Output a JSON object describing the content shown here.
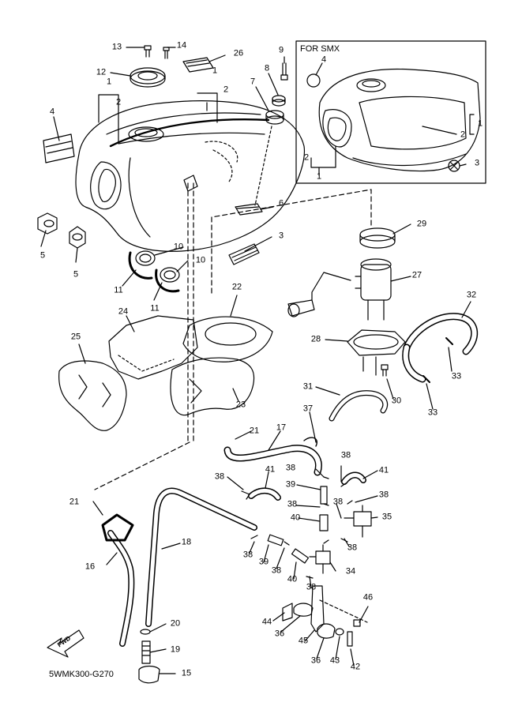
{
  "inset": {
    "title": "FOR SMX"
  },
  "diagram_code": "5WMK300-G270",
  "fwd_label": "FWD",
  "callouts": {
    "c13": "13",
    "c14": "14",
    "c26": "26",
    "c12": "12",
    "c1a": "1",
    "c2a": "2",
    "c1b": "1",
    "c2b": "2",
    "c4": "4",
    "c9": "9",
    "c8": "8",
    "c7": "7",
    "c6": "6",
    "c3": "3",
    "c5a": "5",
    "c5b": "5",
    "c10a": "10",
    "c10b": "10",
    "c11a": "11",
    "c11b": "11",
    "c22": "22",
    "c24": "24",
    "c25": "25",
    "c23": "23",
    "c29": "29",
    "c27": "27",
    "c28": "28",
    "c30": "30",
    "c31": "31",
    "c32": "32",
    "c33a": "33",
    "c33b": "33",
    "c37": "37",
    "c21a": "21",
    "c17": "17",
    "c21b": "21",
    "c16": "16",
    "c18": "18",
    "c20": "20",
    "c19": "19",
    "c15": "15",
    "c38a": "38",
    "c41a": "41",
    "c39a": "39",
    "c38b": "38",
    "c40a": "40",
    "c38c": "38",
    "c39b": "39",
    "c38d": "38",
    "c40b": "40",
    "c38e": "38",
    "c41b": "41",
    "c38f": "38",
    "c38g": "38",
    "c35": "35",
    "c38h": "38",
    "c34": "34",
    "c38i": "38",
    "c46": "46",
    "c44": "44",
    "c36a": "36",
    "c45": "45",
    "c36b": "36",
    "c43": "43",
    "c42": "42",
    "s4": "4",
    "s1a": "1",
    "s2a": "2",
    "s2b": "2",
    "s1b": "1",
    "s3": "3"
  }
}
